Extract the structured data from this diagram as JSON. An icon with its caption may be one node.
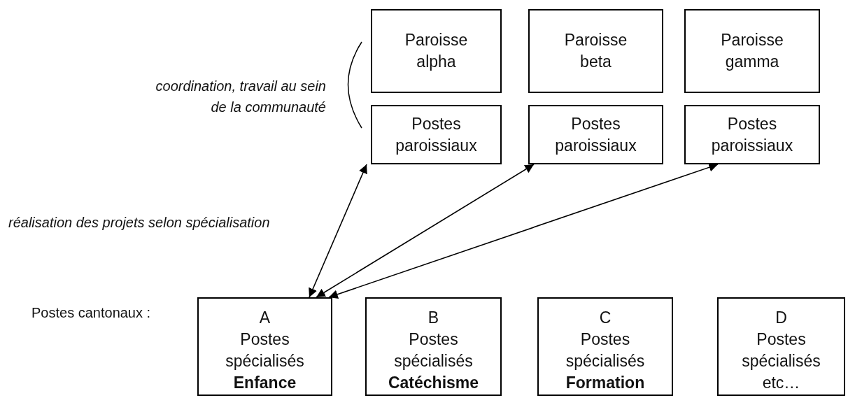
{
  "diagram": {
    "nodes": [
      {
        "text": [
          "Paroisse alpha"
        ]
      },
      {
        "text": [
          "Paroisse beta"
        ]
      },
      {
        "text": [
          "Paroisse gamma"
        ]
      },
      {
        "text": [
          "Postes paroissiaux"
        ]
      },
      {
        "text": [
          "Postes paroissiaux"
        ]
      },
      {
        "text": [
          "Postes paroissiaux"
        ]
      },
      {
        "text": [
          "A",
          "Postes spécialisés **Enfance**"
        ]
      },
      {
        "text": [
          "B",
          "Postes spécialisés **Catéchisme**"
        ]
      },
      {
        "text": [
          "C",
          "Postes spécialisés **Formation**"
        ]
      },
      {
        "text": [
          "D",
          "Postes spécialisés etc…"
        ]
      }
    ],
    "edges": [
      {
        "from": 6,
        "to": 3,
        "arrow": "both"
      },
      {
        "from": 6,
        "to": 4,
        "arrow": "both"
      },
      {
        "from": 6,
        "to": 5,
        "arrow": "both"
      }
    ],
    "labels": [
      "coordination, travail au sein de la communauté",
      "réalisation des projets selon spécialisation",
      "Postes cantonaux :"
    ]
  }
}
